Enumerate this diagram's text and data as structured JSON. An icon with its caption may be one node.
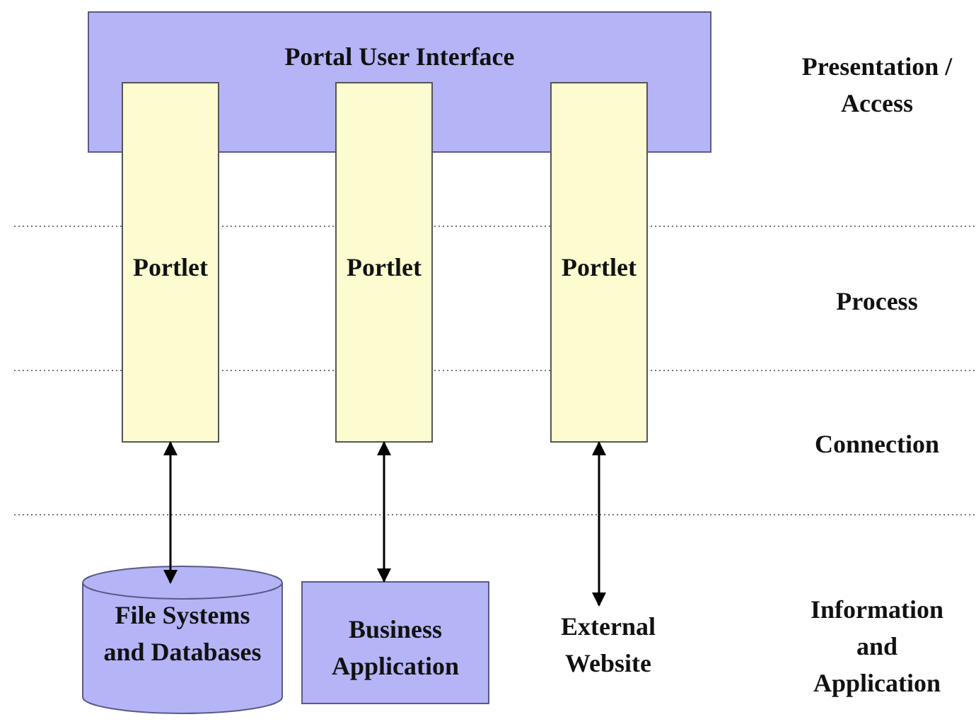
{
  "diagram": {
    "nodes": [
      {
        "text": [
          "Portal User Interface"
        ]
      },
      {
        "text": [
          "Portlet"
        ]
      },
      {
        "text": [
          "Portlet"
        ]
      },
      {
        "text": [
          "Portlet"
        ]
      },
      {
        "text": [
          "File Systems and Databases"
        ]
      },
      {
        "text": [
          "Business Application"
        ]
      },
      {
        "text": [
          "External Website"
        ]
      }
    ],
    "edges": [
      {
        "from": 1,
        "to": 4,
        "arrow": "both"
      },
      {
        "from": 2,
        "to": 5,
        "arrow": "both"
      },
      {
        "from": 3,
        "to": 6,
        "arrow": "both"
      }
    ],
    "labels": [
      "Presentation / Access",
      "Process",
      "Connection",
      "Information and Application"
    ]
  }
}
